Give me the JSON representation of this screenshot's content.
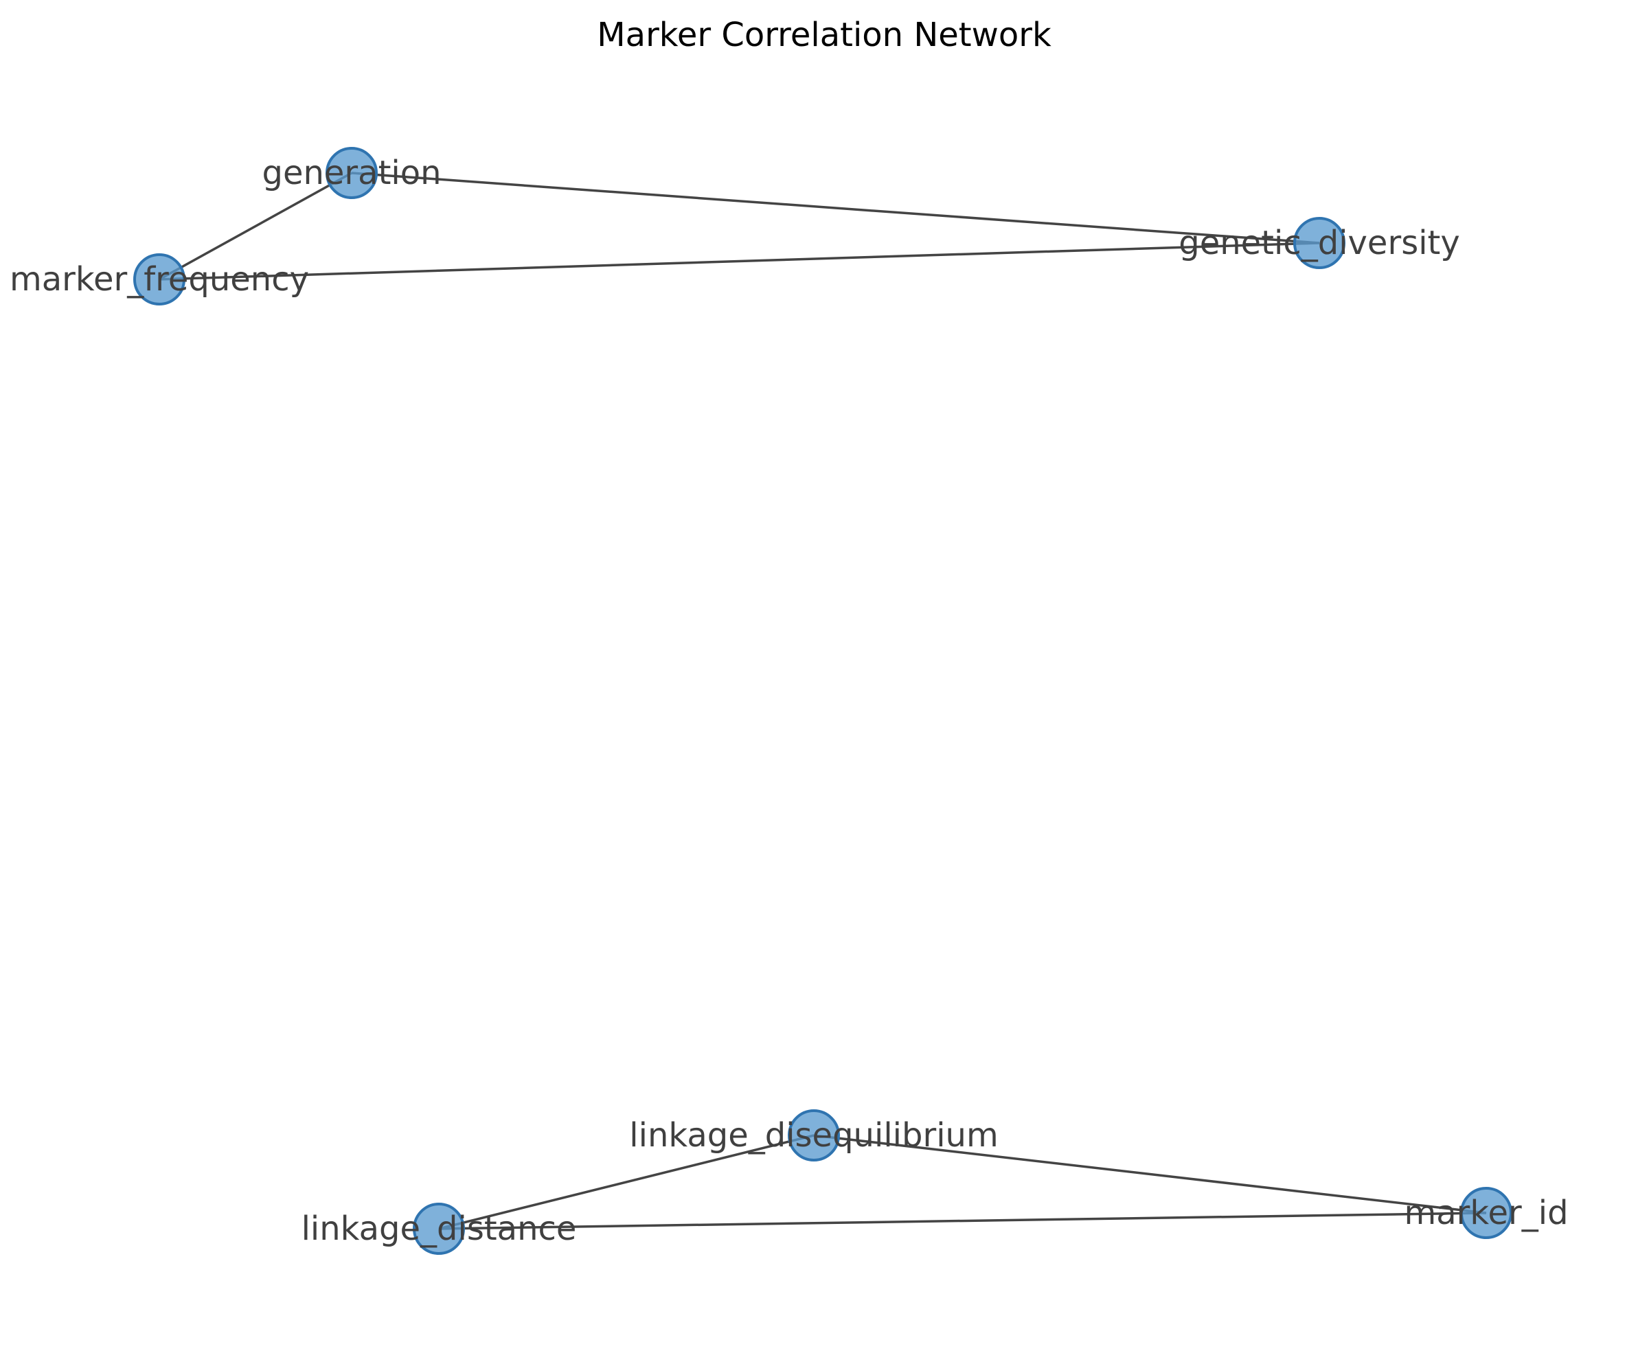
{
  "title": "Marker Correlation Network",
  "colors": {
    "node_fill": "#5b9bd0",
    "node_stroke": "#2f74b0",
    "edge": "#444444",
    "label": "#404040",
    "title": "#000000"
  },
  "chart_data": {
    "type": "network",
    "title": "Marker Correlation Network",
    "nodes": [
      {
        "id": "generation",
        "label": "generation"
      },
      {
        "id": "marker_frequency",
        "label": "marker_frequency"
      },
      {
        "id": "genetic_diversity",
        "label": "genetic_diversity"
      },
      {
        "id": "linkage_disequilibrium",
        "label": "linkage_disequilibrium"
      },
      {
        "id": "linkage_distance",
        "label": "linkage_distance"
      },
      {
        "id": "marker_id",
        "label": "marker_id"
      }
    ],
    "edges": [
      {
        "source": "generation",
        "target": "marker_frequency"
      },
      {
        "source": "generation",
        "target": "genetic_diversity"
      },
      {
        "source": "marker_frequency",
        "target": "genetic_diversity"
      },
      {
        "source": "linkage_disequilibrium",
        "target": "linkage_distance"
      },
      {
        "source": "linkage_disequilibrium",
        "target": "marker_id"
      },
      {
        "source": "linkage_distance",
        "target": "marker_id"
      }
    ]
  }
}
